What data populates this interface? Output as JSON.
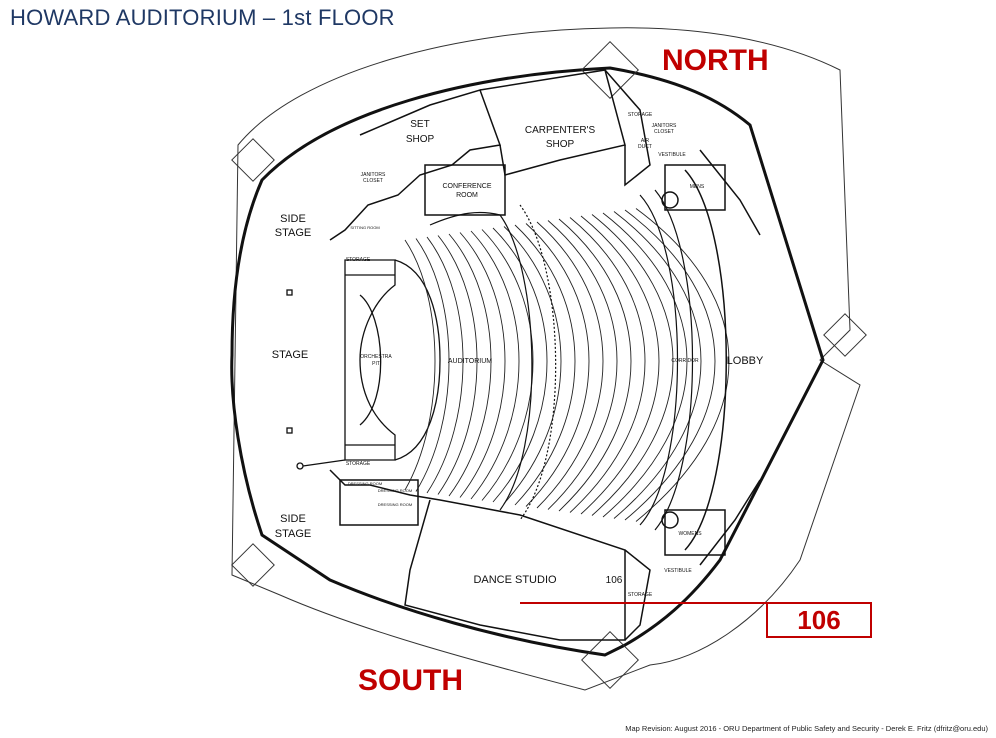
{
  "title": "HOWARD AUDITORIUM – 1st FLOOR",
  "north_label": "NORTH",
  "south_label": "SOUTH",
  "highlight_room": "106",
  "room_number_inline": "106",
  "footer": "Map Revision: August 2016  - ORU Department of Public Safety and Security - Derek E. Fritz (dfritz@oru.edu)",
  "rooms": {
    "set_shop_1": "SET",
    "set_shop_2": "SHOP",
    "carpenter_1": "CARPENTER'S",
    "carpenter_2": "SHOP",
    "conference_1": "CONFERENCE",
    "conference_2": "ROOM",
    "side_stage_n_1": "SIDE",
    "side_stage_n_2": "STAGE",
    "stage": "STAGE",
    "side_stage_s_1": "SIDE",
    "side_stage_s_2": "STAGE",
    "orchestra_1": "ORCHESTRA",
    "orchestra_2": "PIT",
    "auditorium": "AUDITORIUM",
    "corridor": "CORRIDOR",
    "lobby": "LOBBY",
    "dance_studio": "DANCE STUDIO",
    "storage_ne": "STORAGE",
    "storage_se": "STORAGE",
    "storage_stage_n": "STORAGE",
    "storage_stage_s": "STORAGE",
    "janitor_n_1": "JANITORS",
    "janitor_n_2": "CLOSET",
    "janitor_ne_1": "JANITORS",
    "janitor_ne_2": "CLOSET",
    "air_duct_1": "AIR",
    "air_duct_2": "DUCT",
    "vestibule_n": "VESTIBULE",
    "vestibule_s": "VESTIBULE",
    "mens": "MENS",
    "womens": "WOMENS",
    "dressing_1": "DRESSING ROOM",
    "dressing_2": "DRESSING ROOM",
    "dressing_3": "DRESSING ROOM",
    "sitting_room": "SITTING ROOM"
  },
  "colors": {
    "title": "#1f3864",
    "accent": "#c00000",
    "lines": "#111111"
  }
}
